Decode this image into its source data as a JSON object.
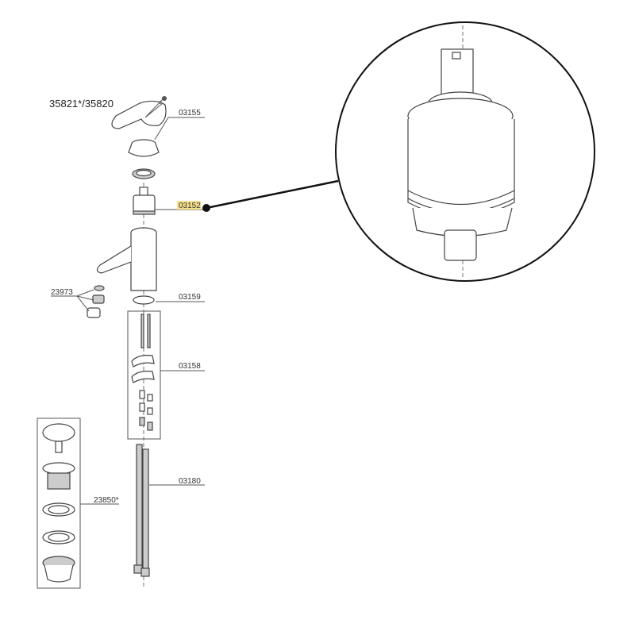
{
  "diagram_title": "35821*/35820",
  "part_labels": {
    "handle": "03155",
    "cartridge": "03152",
    "o_ring": "03159",
    "mounting_kit": "03158",
    "hoses": "03180",
    "aerator": "23973",
    "drain": "23850*"
  },
  "highlight_color": "#f7e08a"
}
